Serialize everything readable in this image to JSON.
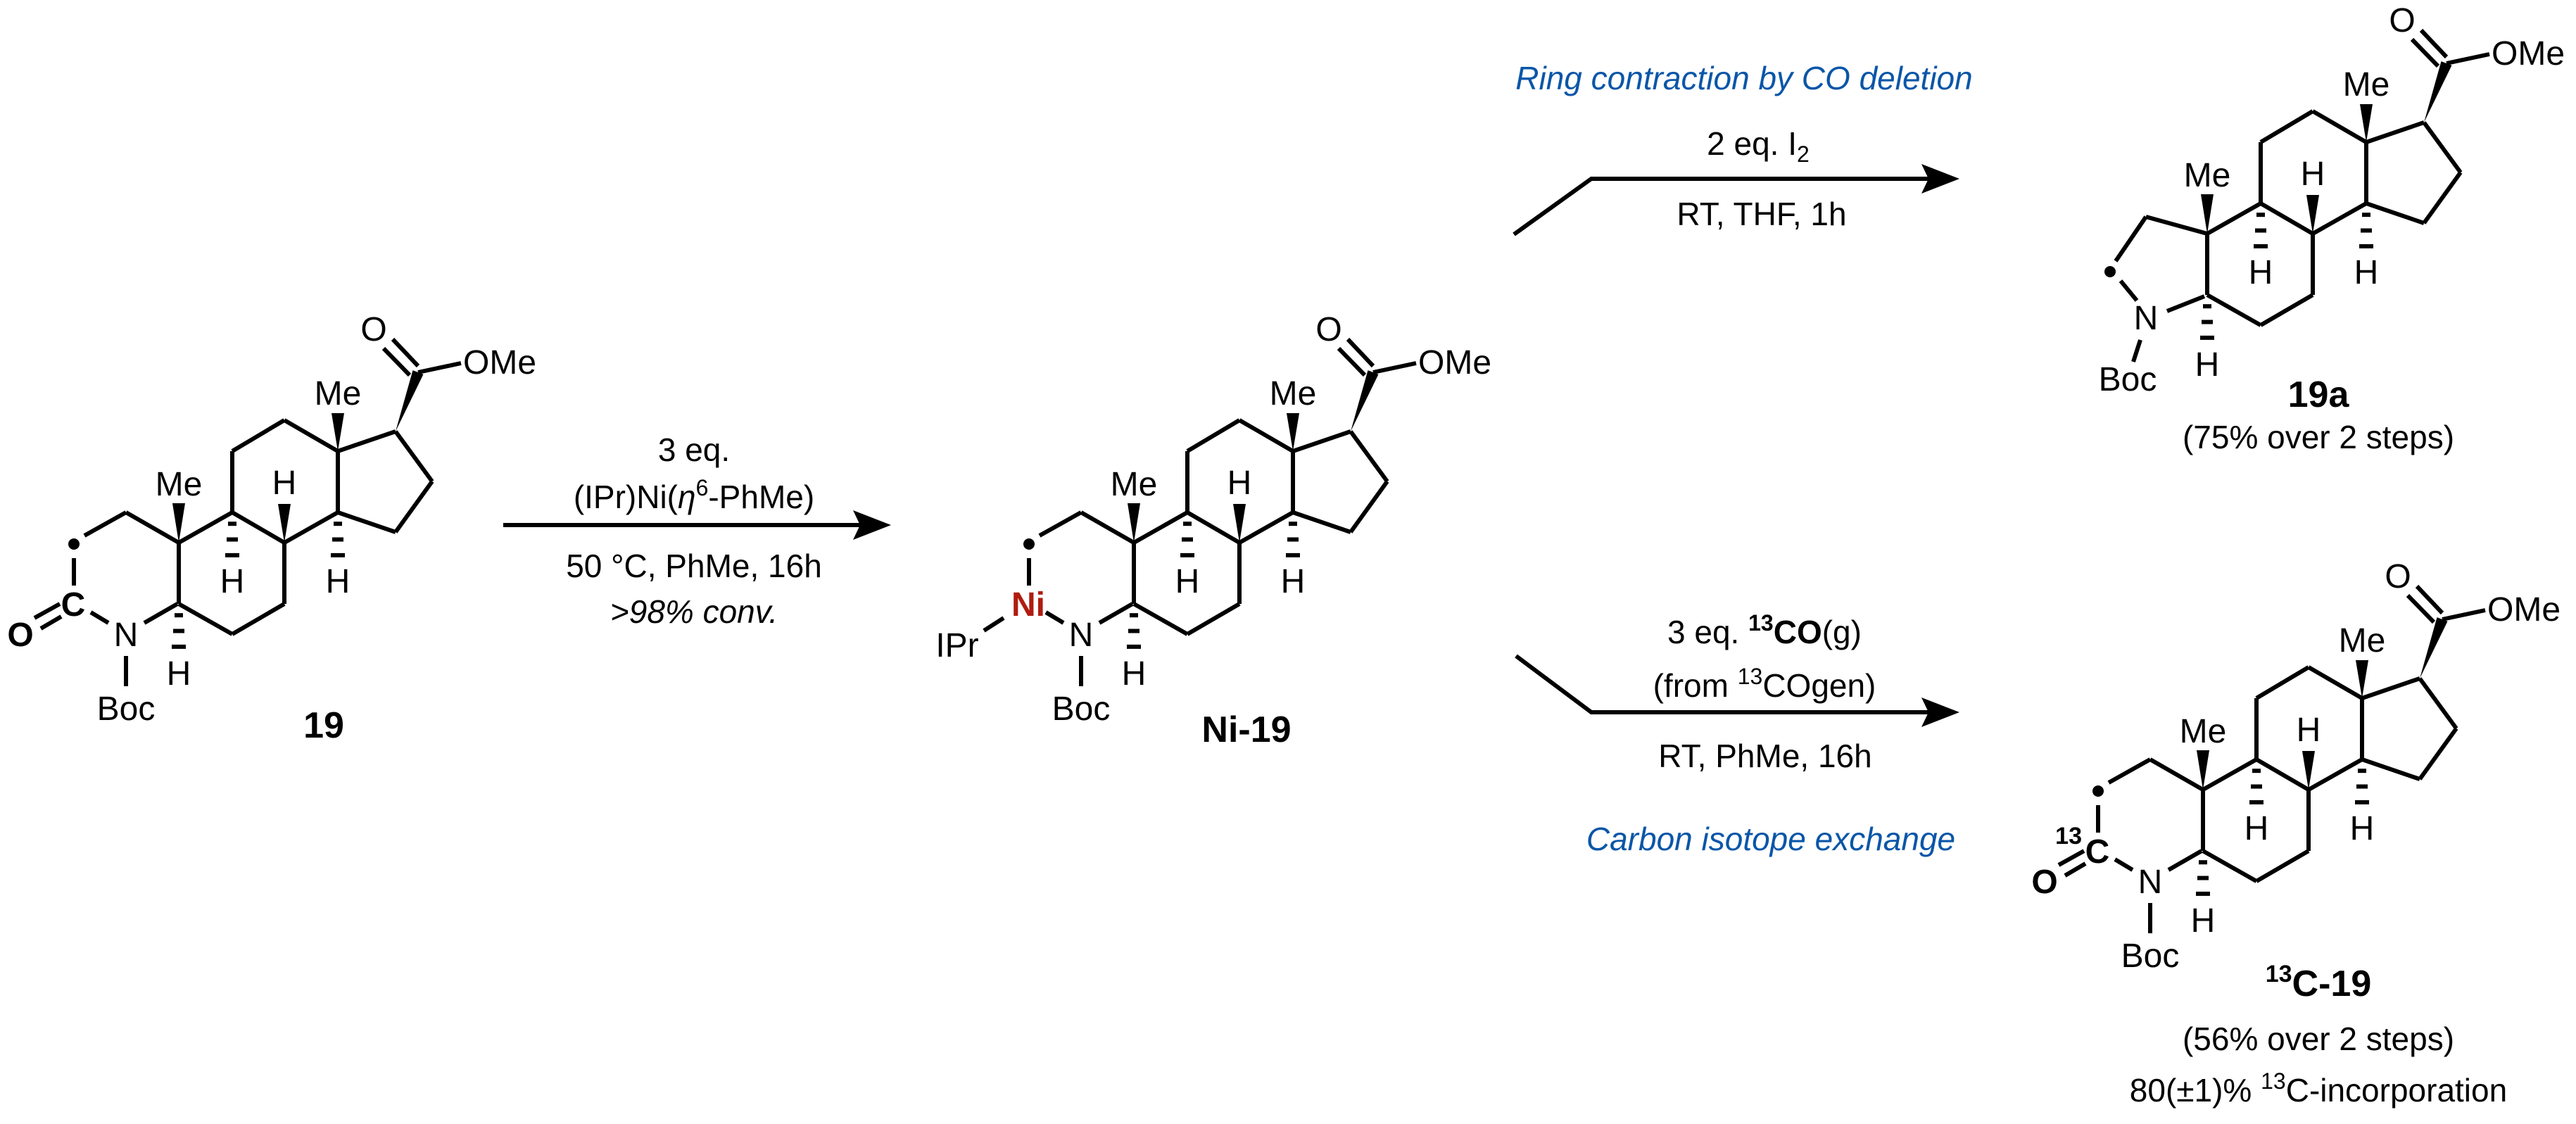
{
  "atoms": {
    "me": "Me",
    "h": "H",
    "o": "O",
    "ome": "OMe",
    "n": "N",
    "c": "C",
    "boc": "Boc",
    "ni": "Ni",
    "ipr": "IPr",
    "isotope": "13"
  },
  "compounds": {
    "start": {
      "label": "19"
    },
    "nickel": {
      "label": "Ni-19"
    },
    "contracted": {
      "label": "19a",
      "yield": "(75% over 2 steps)"
    },
    "labeled": {
      "label_sup": "13",
      "label": "C-19",
      "yield": "(56% over 2 steps)",
      "incorporation_pre": "80(±1)% ",
      "incorporation_sup": "13",
      "incorporation_post": "C-incorporation"
    }
  },
  "step1": {
    "line1": "3 eq.",
    "line2_pre": "(IPr)Ni(",
    "line2_eta": "η",
    "line2_sup": "6",
    "line2_post": "-PhMe)",
    "line3": "50 °C, PhMe, 16h",
    "line4": ">98% conv."
  },
  "step2a": {
    "title": "Ring contraction by CO deletion",
    "reagent_pre": "2 eq. I",
    "reagent_sub": "2",
    "conditions": "RT, THF, 1h"
  },
  "step2b": {
    "reagent_pre": "3 eq. ",
    "reagent_sup": "13",
    "reagent_bold": "CO",
    "reagent_post": "(g)",
    "source_pre": "(from ",
    "source_sup": "13",
    "source_post": "COgen)",
    "conditions": "RT, PhMe, 16h",
    "title": "Carbon isotope exchange"
  },
  "colors": {
    "annotation": "#0a56a8",
    "nickel": "#b01c10",
    "ink": "#000000"
  }
}
